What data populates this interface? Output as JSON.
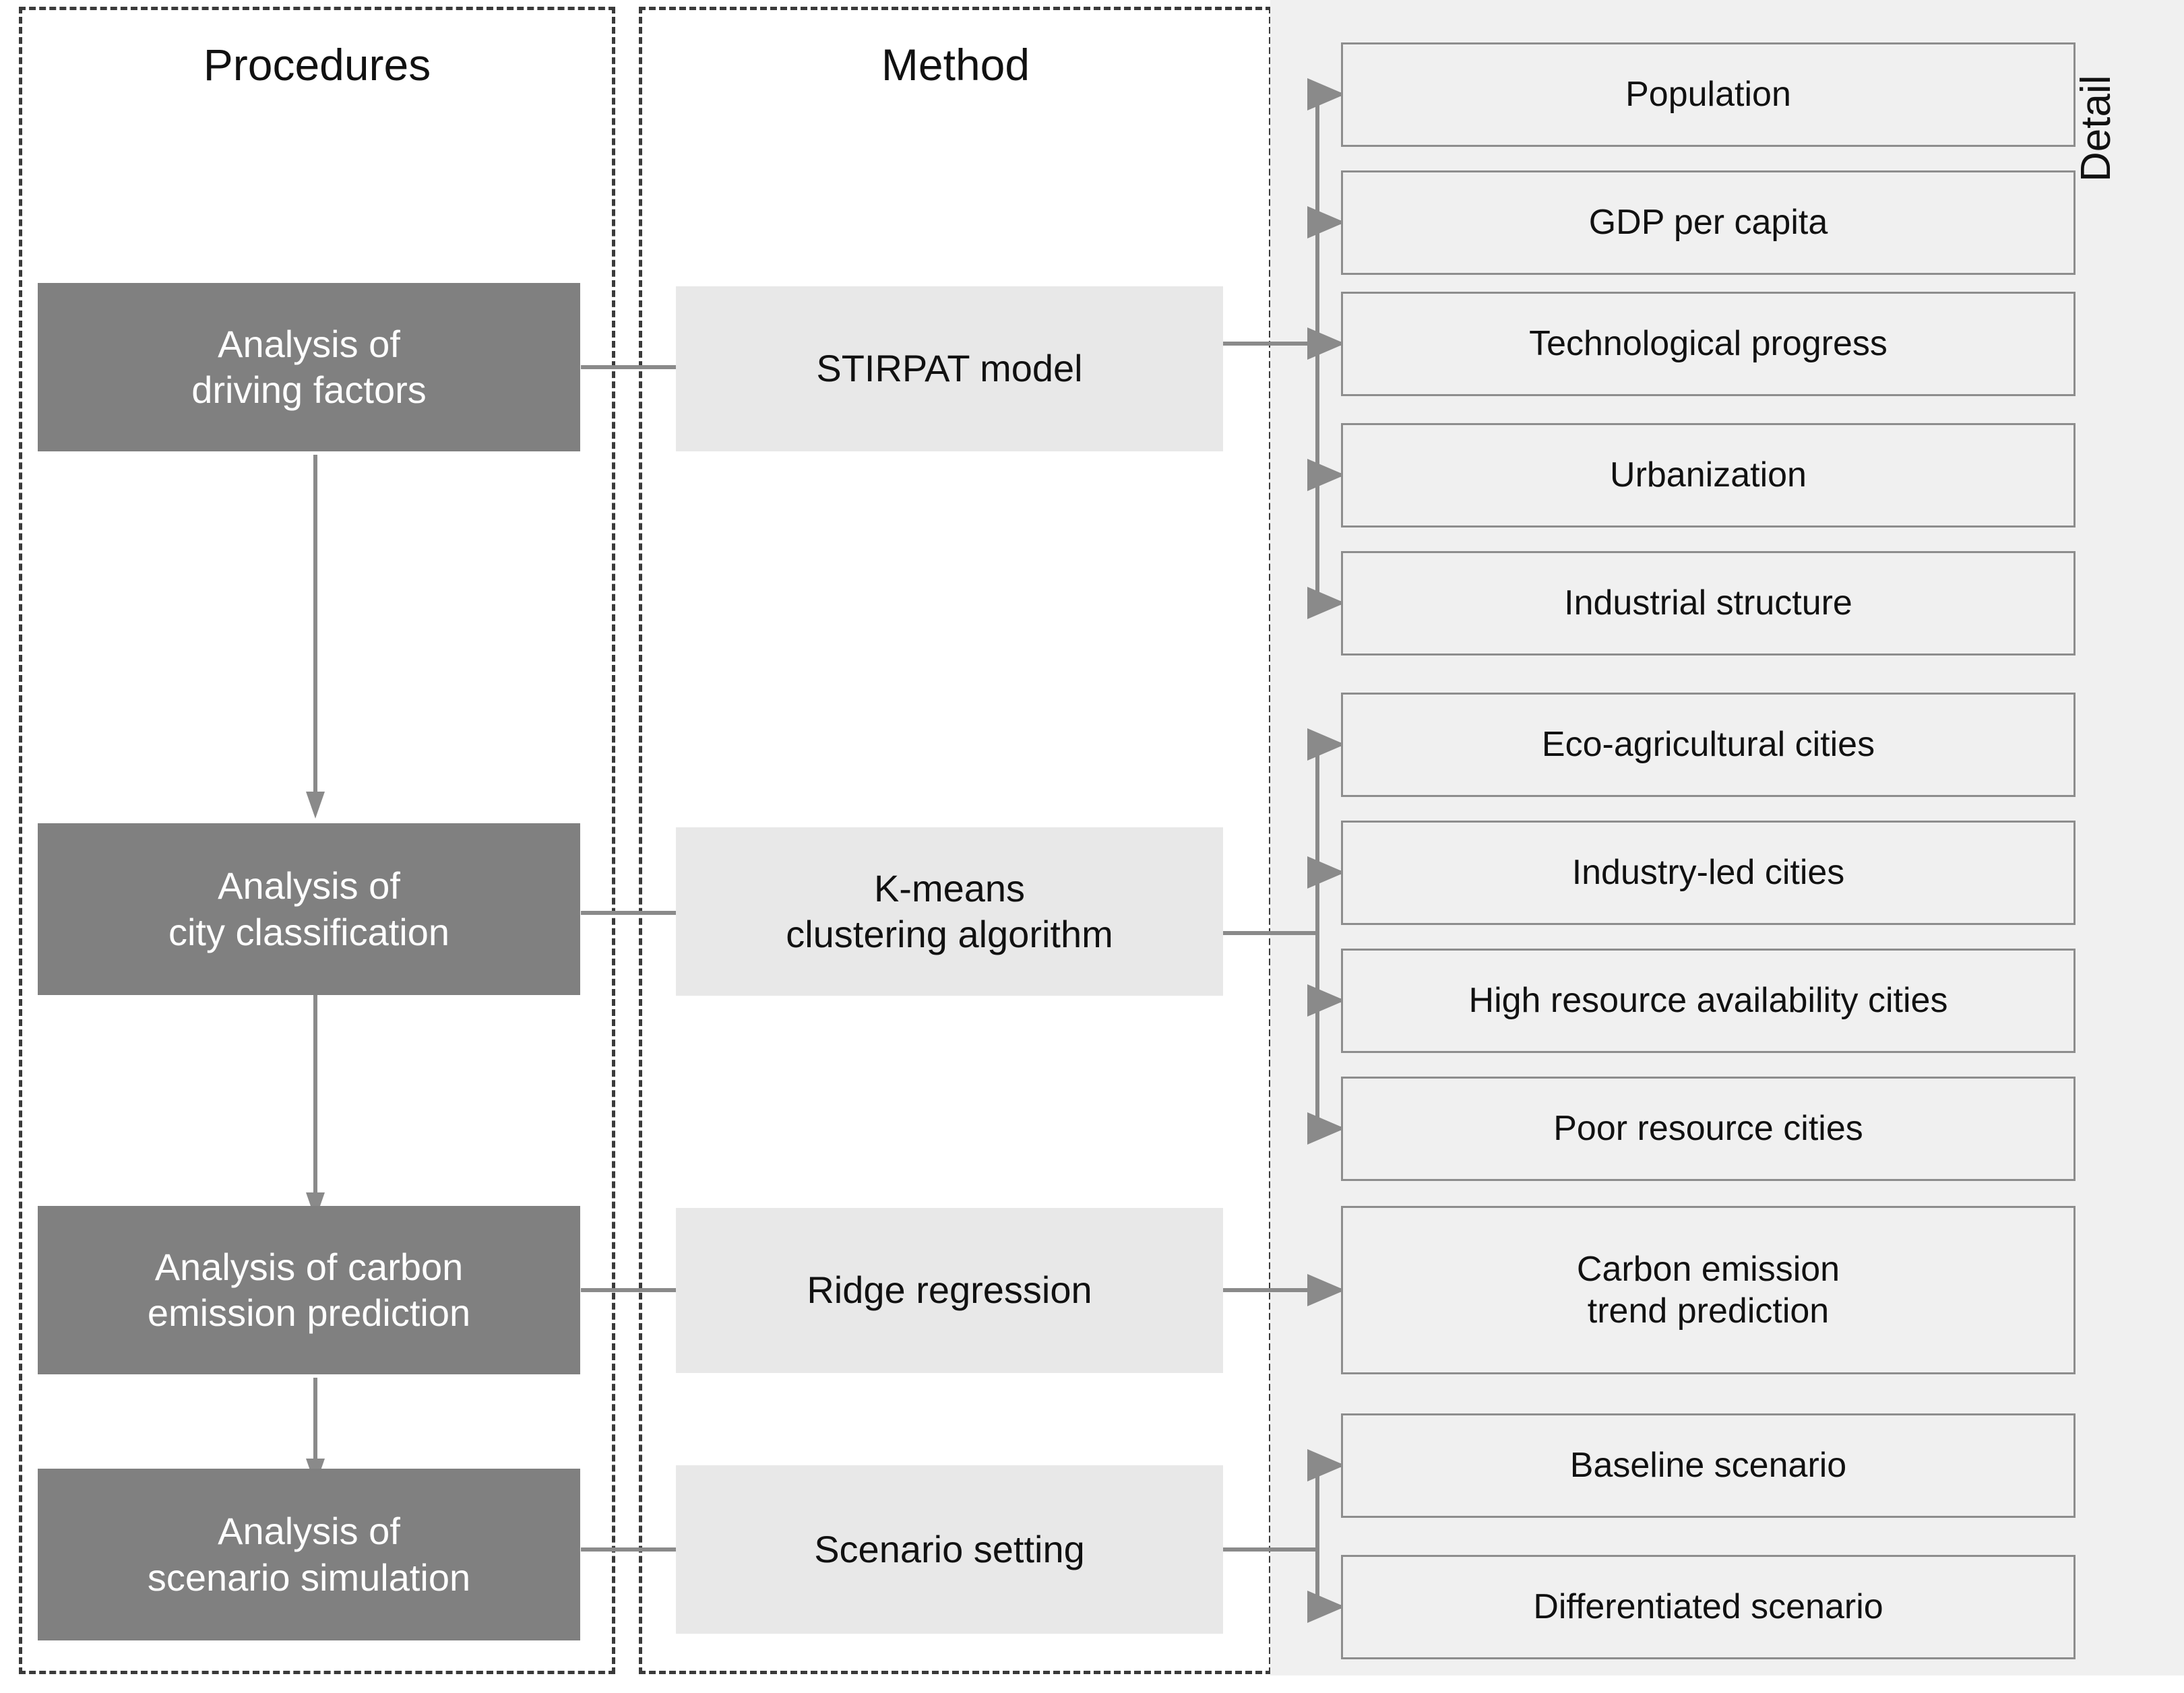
{
  "columns": {
    "procedures_label": "Procedures",
    "method_label": "Method",
    "detail_label": "Detail"
  },
  "colors": {
    "procedure_box_fill": "#808080",
    "procedure_box_text": "#ffffff",
    "method_box_fill": "#e8e8e8",
    "detail_panel_fill": "#f0f0f0",
    "detail_box_border": "#8d8d8d",
    "connector": "#8a8a8a",
    "panel_border": "#3a3a3a"
  },
  "procedures": [
    {
      "line1": "Analysis of",
      "line2": "driving factors"
    },
    {
      "line1": "Analysis of",
      "line2": "city classification"
    },
    {
      "line1": "Analysis of carbon",
      "line2": "emission prediction"
    },
    {
      "line1": "Analysis of",
      "line2": "scenario simulation"
    }
  ],
  "methods": [
    {
      "line1": "STIRPAT model",
      "line2": ""
    },
    {
      "line1": "K-means",
      "line2": "clustering algorithm"
    },
    {
      "line1": "Ridge regression",
      "line2": ""
    },
    {
      "line1": "Scenario setting",
      "line2": ""
    }
  ],
  "details": {
    "group1": [
      {
        "line1": "Population",
        "line2": ""
      },
      {
        "line1": "GDP per capita",
        "line2": ""
      },
      {
        "line1": "Technological progress",
        "line2": ""
      },
      {
        "line1": "Urbanization",
        "line2": ""
      },
      {
        "line1": "Industrial structure",
        "line2": ""
      }
    ],
    "group2": [
      {
        "line1": "Eco-agricultural cities",
        "line2": ""
      },
      {
        "line1": "Industry-led cities",
        "line2": ""
      },
      {
        "line1": "High resource availability cities",
        "line2": ""
      },
      {
        "line1": "Poor resource cities",
        "line2": ""
      }
    ],
    "group3": [
      {
        "line1": "Carbon emission",
        "line2": "trend prediction"
      }
    ],
    "group4": [
      {
        "line1": "Baseline scenario",
        "line2": ""
      },
      {
        "line1": "Differentiated scenario",
        "line2": ""
      }
    ]
  }
}
